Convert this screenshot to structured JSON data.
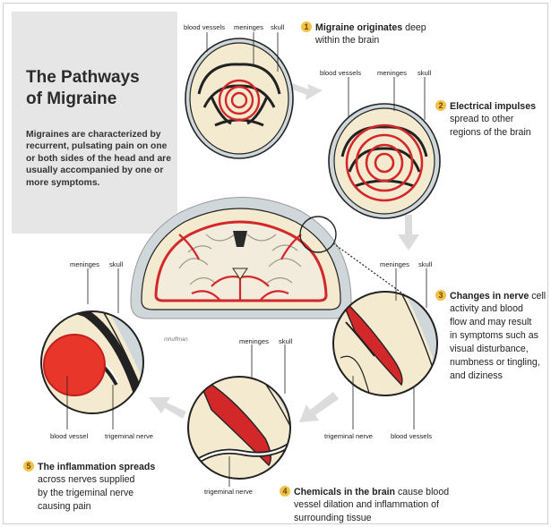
{
  "title": {
    "line1": "The Pathways",
    "line2": "of Migraine"
  },
  "intro": "Migraines are characterized by recurrent, pulsating pain on one or both sides of the head and are usually accompanied by one or more symptoms.",
  "labels": {
    "blood_vessels": "blood vessels",
    "meninges": "meninges",
    "skull": "skull",
    "blood_vessel": "blood vessel",
    "trigeminal_nerve": "trigeminal nerve"
  },
  "steps": [
    {
      "num": "1",
      "bold": "Migraine originates",
      "rest": " deep",
      "line2": "within the brain"
    },
    {
      "num": "2",
      "bold": "Electrical impulses",
      "line2": "spread to other",
      "line3": "regions of the brain"
    },
    {
      "num": "3",
      "bold": "Changes in nerve",
      "rest": " cell",
      "lines": [
        "activity and blood",
        "flow and may result",
        "in symptoms such as",
        "visual disturbance,",
        "numbness or tingling,",
        "and diziness"
      ]
    },
    {
      "num": "4",
      "bold": "Chemicals in the brain",
      "rest": " cause blood",
      "lines": [
        "vessel dilation and inflammation of",
        "surrounding tissue"
      ]
    },
    {
      "num": "5",
      "bold": "The inflammation spreads",
      "lines": [
        "across nerves supplied",
        "by the trigeminal nerve",
        "causing pain"
      ]
    }
  ],
  "signature": "mhuffman",
  "colors": {
    "vessel": "#d3282a",
    "tissue": "#f4ead0",
    "skull": "#cfd7da",
    "panel": "#e6e6e6",
    "badge": "#f2c14a"
  }
}
